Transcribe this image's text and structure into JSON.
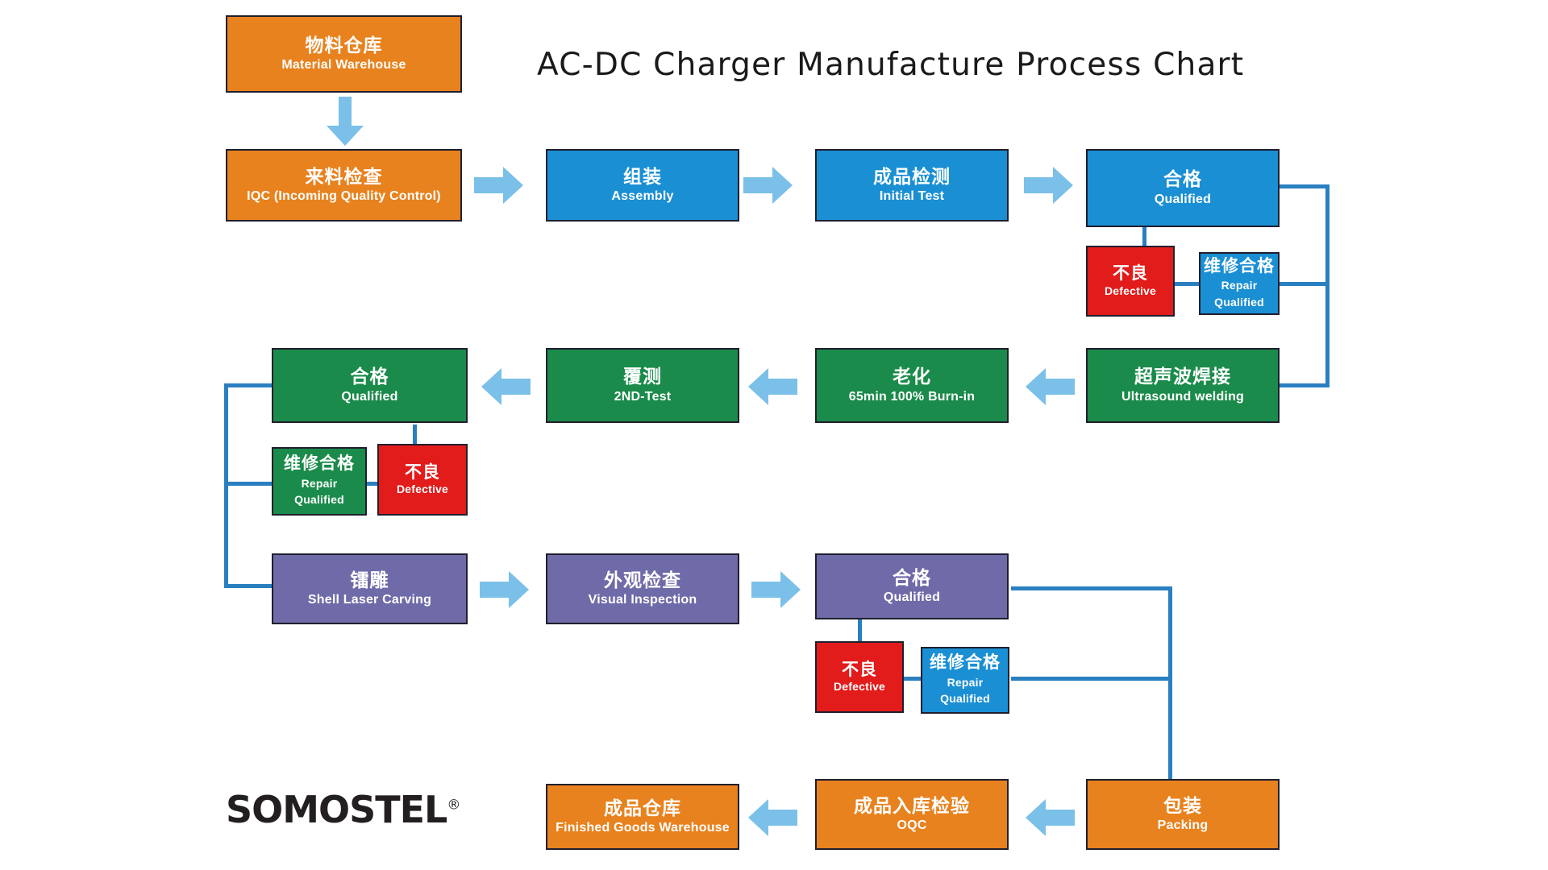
{
  "title": "AC-DC Charger Manufacture Process Chart",
  "brand": {
    "name": "SOMOSTEL",
    "mark": "®"
  },
  "colors": {
    "orange": "#e8821e",
    "blue": "#1a8fd4",
    "green": "#1a8b4a",
    "purple": "#6f6aa8",
    "red": "#e21b1b",
    "connector": "#2a7fc1",
    "arrow": "#7bc0e8",
    "border": "#1f1f2e",
    "text": "#ffffff",
    "title": "#1a1a1a"
  },
  "nodes": {
    "material_warehouse": {
      "cn": "物料仓库",
      "en": "Material Warehouse",
      "color": "orange"
    },
    "iqc": {
      "cn": "来料检查",
      "en": "IQC (Incoming Quality Control)",
      "color": "orange"
    },
    "assembly": {
      "cn": "组装",
      "en": "Assembly",
      "color": "blue"
    },
    "initial_test": {
      "cn": "成品检测",
      "en": "Initial Test",
      "color": "blue"
    },
    "qualified_blue": {
      "cn": "合格",
      "en": "Qualified",
      "color": "blue"
    },
    "defective_1": {
      "cn": "不良",
      "en": "Defective",
      "color": "red"
    },
    "repair_qualified_1": {
      "cn": "维修合格",
      "en": "Repair Qualified",
      "color": "blue"
    },
    "ultrasound": {
      "cn": "超声波焊接",
      "en": "Ultrasound welding",
      "color": "green"
    },
    "burn_in": {
      "cn": "老化",
      "en": "65min 100% Burn-in",
      "color": "green"
    },
    "second_test": {
      "cn": "覆测",
      "en": "2ND-Test",
      "color": "green"
    },
    "qualified_green": {
      "cn": "合格",
      "en": "Qualified",
      "color": "green"
    },
    "repair_qualified_2": {
      "cn": "维修合格",
      "en": "Repair Qualified",
      "color": "green"
    },
    "defective_2": {
      "cn": "不良",
      "en": "Defective",
      "color": "red"
    },
    "laser_carving": {
      "cn": "镭雕",
      "en": "Shell Laser Carving",
      "color": "purple"
    },
    "visual_inspection": {
      "cn": "外观检查",
      "en": "Visual Inspection",
      "color": "purple"
    },
    "qualified_purple": {
      "cn": "合格",
      "en": "Qualified",
      "color": "purple"
    },
    "defective_3": {
      "cn": "不良",
      "en": "Defective",
      "color": "red"
    },
    "repair_qualified_3": {
      "cn": "维修合格",
      "en": "Repair Qualified",
      "color": "blue"
    },
    "packing": {
      "cn": "包装",
      "en": "Packing",
      "color": "orange"
    },
    "oqc": {
      "cn": "成品入库检验",
      "en": "OQC",
      "color": "orange"
    },
    "finished_warehouse": {
      "cn": "成品仓库",
      "en": "Finished Goods Warehouse",
      "color": "orange"
    }
  },
  "repair_lines": {
    "repair": "Repair",
    "qualified": "Qualified"
  },
  "flow_sequence": [
    "material_warehouse",
    "iqc",
    "assembly",
    "initial_test",
    "qualified_blue",
    "defective_1",
    "repair_qualified_1",
    "ultrasound",
    "burn_in",
    "second_test",
    "qualified_green",
    "repair_qualified_2",
    "defective_2",
    "laser_carving",
    "visual_inspection",
    "qualified_purple",
    "defective_3",
    "repair_qualified_3",
    "packing",
    "oqc",
    "finished_warehouse"
  ]
}
